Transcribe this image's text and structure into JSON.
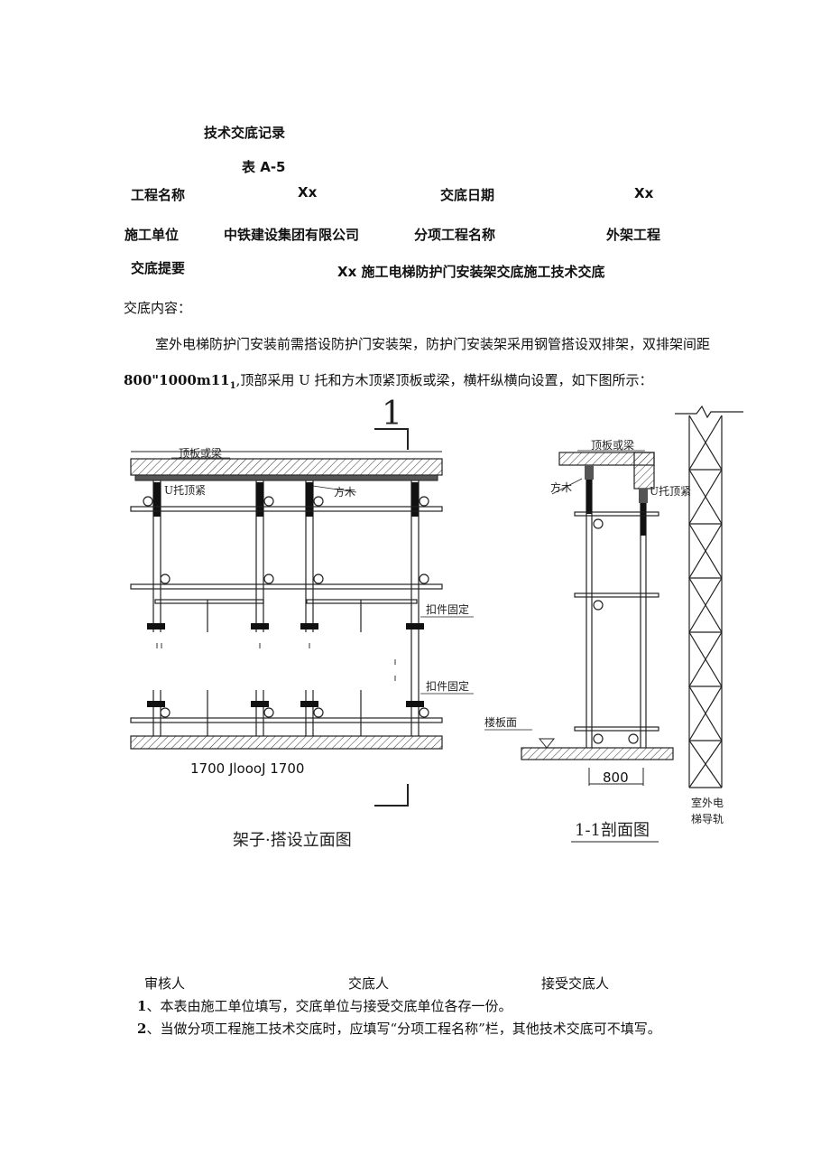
{
  "header": {
    "title": "技术交底记录",
    "form_no": "表 A-5"
  },
  "info": {
    "project_label": "工程名称",
    "project_value": "Xx",
    "date_label": "交底日期",
    "date_value": "Xx",
    "company_label": "施工单位",
    "company_value": "中铁建设集团有限公司",
    "subproject_label": "分项工程名称",
    "subproject_value": "外架工程",
    "summary_label": "交底提要",
    "summary_value": "Xx 施工电梯防护门安装架交底施工技术交底"
  },
  "content": {
    "label": "交底内容：",
    "para1": "室外电梯防护门安装前需搭设防护门安装架，防护门安装架采用钢管搭设双排架，双排架间距",
    "para2_bold": "800\"1000m11",
    "para2_sub": "1",
    "para2_rest": ",顶部采用 U 托和方木顶紧顶板或梁，横杆纵横向设置，如下图所示："
  },
  "drawing_left": {
    "section_mark": "1",
    "label_top": "顶板或梁",
    "label_utuo": "U托顶紧",
    "label_fangmu": "方木",
    "label_fix1": "扣件固定",
    "label_fix2": "扣件固定",
    "dims": "1700 JloooJ 1700",
    "caption": "架子·搭设立面图"
  },
  "drawing_right": {
    "label_top": "顶板或梁",
    "label_fangmu": "方木",
    "label_utuo": "U托顶紧",
    "label_floor": "楼板面",
    "dim": "800",
    "caption": "1-1剖面图",
    "rail_line1": "室外电",
    "rail_line2": "梯导轨"
  },
  "signatures": {
    "reviewer": "审核人",
    "discloser": "交底人",
    "receiver": "接受交底人"
  },
  "notes": [
    {
      "num": "1",
      "text": "、本表由施工单位填写，交底单位与接受交底单位各存一份。"
    },
    {
      "num": "2",
      "text": "、当做分项工程施工技术交底时，应填写“分项工程名称”栏，其他技术交底可不填写。"
    }
  ]
}
